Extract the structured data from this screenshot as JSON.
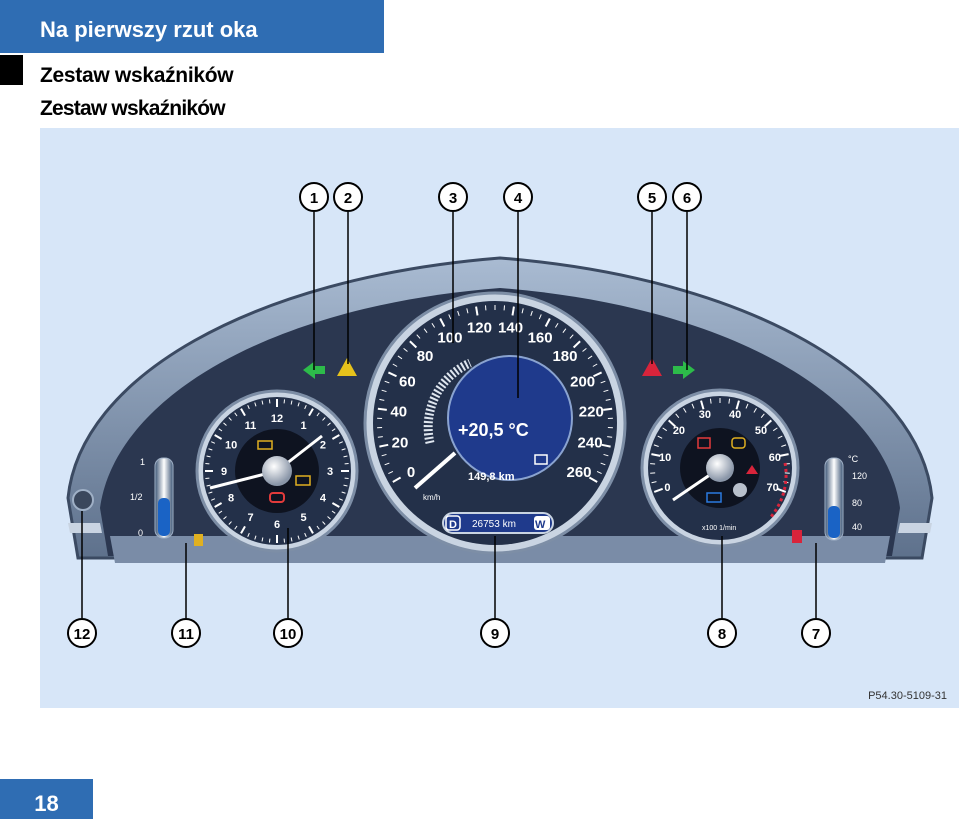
{
  "header": {
    "section_title": "Na pierwszy rzut oka",
    "heading": "Zestaw wskaźników",
    "subheading": "Zestaw wskaźników"
  },
  "figure": {
    "image_code": "P54.30-5109-31",
    "callouts": [
      "1",
      "2",
      "3",
      "4",
      "5",
      "6",
      "7",
      "8",
      "9",
      "10",
      "11",
      "12"
    ],
    "speedometer": {
      "scale": [
        "0",
        "20",
        "40",
        "60",
        "80",
        "100",
        "120",
        "140",
        "160",
        "180",
        "200",
        "220",
        "240",
        "260"
      ],
      "unit": "km/h"
    },
    "display": {
      "temperature": "+20,5 °C",
      "trip_distance": "149,8 km",
      "odometer": "26753 km",
      "left_badge": "D",
      "right_badge": "W"
    },
    "clock": {
      "numbers": [
        "12",
        "1",
        "2",
        "3",
        "4",
        "5",
        "6",
        "7",
        "8",
        "9",
        "10",
        "11"
      ]
    },
    "tachometer": {
      "scale": [
        "0",
        "10",
        "20",
        "30",
        "40",
        "50",
        "60",
        "70"
      ],
      "unit": "x100 1/min"
    },
    "fuel_gauge": {
      "labels": [
        "1",
        "1/2",
        "0"
      ]
    },
    "coolant_gauge": {
      "unit": "°C",
      "labels": [
        "120",
        "80",
        "40"
      ]
    }
  },
  "footer": {
    "page_number": "18"
  },
  "colors": {
    "accent_blue": "#2f6db3",
    "figure_bg": "#d7e6f8"
  }
}
